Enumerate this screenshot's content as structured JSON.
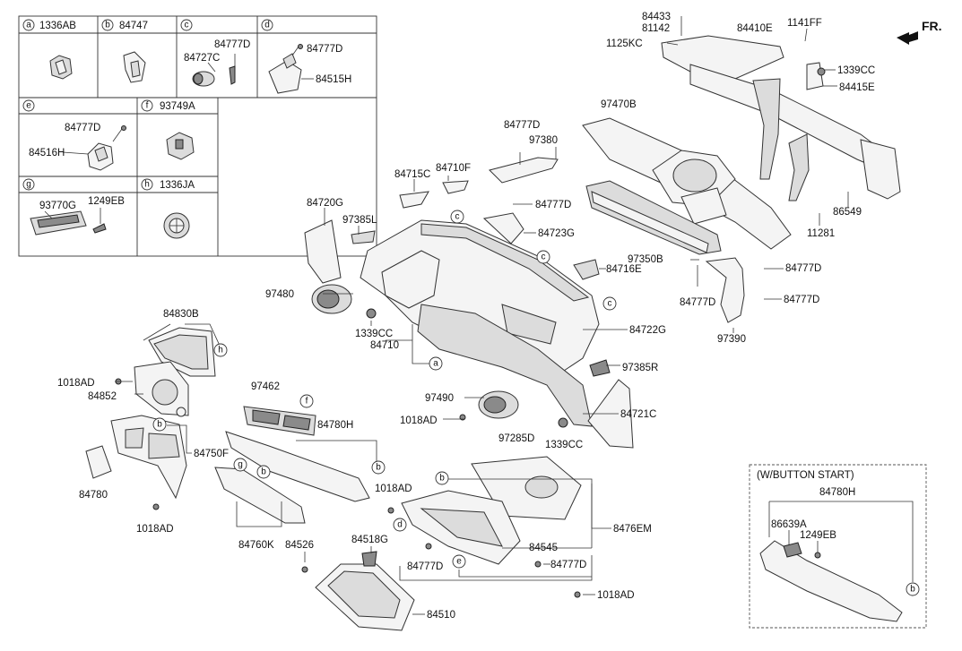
{
  "front_label": "FR.",
  "inset_boxes": [
    {
      "letter": "a",
      "part": "1336AB"
    },
    {
      "letter": "b",
      "part": "84747"
    },
    {
      "letter": "c",
      "part": ""
    },
    {
      "letter": "d",
      "part": ""
    },
    {
      "letter": "e",
      "part": ""
    },
    {
      "letter": "f",
      "part": "93749A"
    },
    {
      "letter": "g",
      "part": ""
    },
    {
      "letter": "h",
      "part": "1336JA"
    }
  ],
  "inset_labels": [
    {
      "text": "84777D",
      "name": "label-84777d-c"
    },
    {
      "text": "84727C",
      "name": "label-84727c"
    },
    {
      "text": "84777D",
      "name": "label-84777d-d"
    },
    {
      "text": "84515H",
      "name": "label-84515h"
    },
    {
      "text": "84777D",
      "name": "label-84777d-e"
    },
    {
      "text": "84516H",
      "name": "label-84516h"
    },
    {
      "text": "93770G",
      "name": "label-93770g"
    },
    {
      "text": "1249EB",
      "name": "label-1249eb-g"
    }
  ],
  "part_labels": [
    {
      "text": "84433",
      "name": "label-84433"
    },
    {
      "text": "81142",
      "name": "label-81142"
    },
    {
      "text": "84410E",
      "name": "label-84410e"
    },
    {
      "text": "1141FF",
      "name": "label-1141ff"
    },
    {
      "text": "1125KC",
      "name": "label-1125kc"
    },
    {
      "text": "1339CC",
      "name": "label-1339cc-top"
    },
    {
      "text": "84415E",
      "name": "label-84415e"
    },
    {
      "text": "97470B",
      "name": "label-97470b"
    },
    {
      "text": "84777D",
      "name": "label-84777d-1"
    },
    {
      "text": "97380",
      "name": "label-97380"
    },
    {
      "text": "84715C",
      "name": "label-84715c"
    },
    {
      "text": "84710F",
      "name": "label-84710f"
    },
    {
      "text": "84720G",
      "name": "label-84720g"
    },
    {
      "text": "97385L",
      "name": "label-97385l"
    },
    {
      "text": "84777D",
      "name": "label-84777d-2"
    },
    {
      "text": "84723G",
      "name": "label-84723g"
    },
    {
      "text": "86549",
      "name": "label-86549"
    },
    {
      "text": "11281",
      "name": "label-11281"
    },
    {
      "text": "97350B",
      "name": "label-97350b"
    },
    {
      "text": "84716E",
      "name": "label-84716e"
    },
    {
      "text": "84777D",
      "name": "label-84777d-3"
    },
    {
      "text": "84777D",
      "name": "label-84777d-4"
    },
    {
      "text": "84777D",
      "name": "label-84777d-5"
    },
    {
      "text": "97480",
      "name": "label-97480"
    },
    {
      "text": "1339CC",
      "name": "label-1339cc-mid"
    },
    {
      "text": "84710",
      "name": "label-84710"
    },
    {
      "text": "84722G",
      "name": "label-84722g"
    },
    {
      "text": "97390",
      "name": "label-97390"
    },
    {
      "text": "84830B",
      "name": "label-84830b"
    },
    {
      "text": "1018AD",
      "name": "label-1018ad-1"
    },
    {
      "text": "84852",
      "name": "label-84852"
    },
    {
      "text": "97462",
      "name": "label-97462"
    },
    {
      "text": "97385R",
      "name": "label-97385r"
    },
    {
      "text": "97490",
      "name": "label-97490"
    },
    {
      "text": "1018AD",
      "name": "label-1018ad-2"
    },
    {
      "text": "84721C",
      "name": "label-84721c"
    },
    {
      "text": "1339CC",
      "name": "label-1339cc-low"
    },
    {
      "text": "84780H",
      "name": "label-84780h"
    },
    {
      "text": "97285D",
      "name": "label-97285d"
    },
    {
      "text": "84750F",
      "name": "label-84750f"
    },
    {
      "text": "84780",
      "name": "label-84780"
    },
    {
      "text": "1018AD",
      "name": "label-1018ad-3"
    },
    {
      "text": "1018AD",
      "name": "label-1018ad-4"
    },
    {
      "text": "84760K",
      "name": "label-84760k"
    },
    {
      "text": "84526",
      "name": "label-84526"
    },
    {
      "text": "84518G",
      "name": "label-84518g"
    },
    {
      "text": "8476EM",
      "name": "label-8476em"
    },
    {
      "text": "84545",
      "name": "label-84545"
    },
    {
      "text": "84777D",
      "name": "label-84777d-6"
    },
    {
      "text": "84777D",
      "name": "label-84777d-7"
    },
    {
      "text": "1018AD",
      "name": "label-1018ad-5"
    },
    {
      "text": "84510",
      "name": "label-84510"
    }
  ],
  "button_start_box": {
    "title": "(W/BUTTON START)",
    "labels": [
      {
        "text": "84780H",
        "name": "label-84780h-bs"
      },
      {
        "text": "86639A",
        "name": "label-86639a"
      },
      {
        "text": "1249EB",
        "name": "label-1249eb-bs"
      }
    ]
  },
  "callout_letters": [
    "a",
    "b",
    "c",
    "d",
    "e",
    "f",
    "g",
    "h"
  ]
}
